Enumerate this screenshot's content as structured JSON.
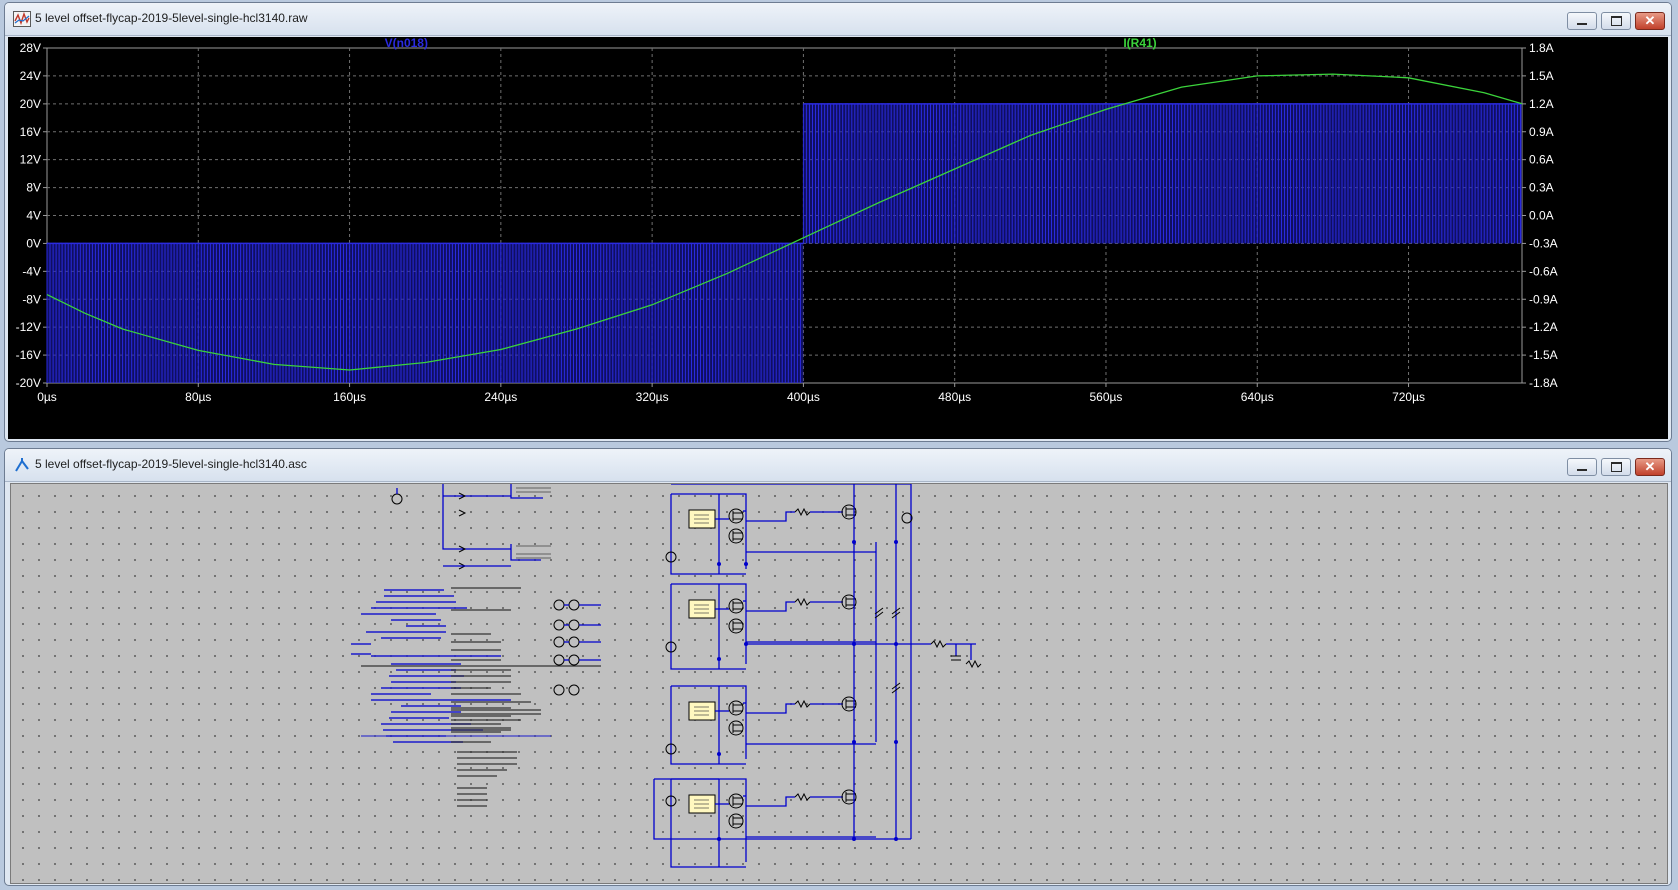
{
  "waveform_window": {
    "title": "5 level offset-flycap-2019-5level-single-hcl3140.raw",
    "buttons": {
      "minimize": "minimize",
      "maximize": "maximize",
      "close": "close"
    }
  },
  "schematic_window": {
    "title": "5 level offset-flycap-2019-5level-single-hcl3140.asc",
    "buttons": {
      "minimize": "minimize",
      "maximize": "maximize",
      "close": "close"
    }
  },
  "colors": {
    "plot_bg": "#000000",
    "trace_voltage": "#2a2adf",
    "trace_current": "#3bd33b",
    "axis_text": "#ffffff",
    "grid": "#707070",
    "wire": "#0000cc",
    "schematic_bg": "#c0c0c0",
    "ic_fill": "#fff8c0"
  },
  "chart_data": {
    "type": "line",
    "series": [
      {
        "name": "V(n018)",
        "axis": "left",
        "kind": "pwm",
        "x": [
          0,
          400,
          400,
          800
        ],
        "low": [
          -20,
          -20,
          0,
          0
        ],
        "high": [
          0,
          0,
          20,
          20
        ]
      },
      {
        "name": "I(R41)",
        "axis": "right",
        "x": [
          0,
          20,
          40,
          80,
          120,
          160,
          200,
          240,
          280,
          320,
          360,
          400,
          440,
          480,
          520,
          560,
          600,
          640,
          680,
          720,
          760,
          780
        ],
        "y": [
          -0.85,
          -1.05,
          -1.22,
          -1.45,
          -1.6,
          -1.66,
          -1.58,
          -1.44,
          -1.22,
          -0.96,
          -0.62,
          -0.24,
          0.14,
          0.5,
          0.86,
          1.14,
          1.38,
          1.5,
          1.52,
          1.48,
          1.32,
          1.2
        ]
      }
    ],
    "x_ticks": [
      "0µs",
      "80µs",
      "160µs",
      "240µs",
      "320µs",
      "400µs",
      "480µs",
      "560µs",
      "640µs",
      "720µs"
    ],
    "x_tick_values": [
      0,
      80,
      160,
      240,
      320,
      400,
      480,
      560,
      640,
      720
    ],
    "xlim": [
      0,
      780
    ],
    "left_ticks": [
      "28V",
      "24V",
      "20V",
      "16V",
      "12V",
      "8V",
      "4V",
      "0V",
      "-4V",
      "-8V",
      "-12V",
      "-16V",
      "-20V"
    ],
    "left_tick_values": [
      28,
      24,
      20,
      16,
      12,
      8,
      4,
      0,
      -4,
      -8,
      -12,
      -16,
      -20
    ],
    "ylim_left": [
      -20,
      28
    ],
    "right_ticks": [
      "1.8A",
      "1.5A",
      "1.2A",
      "0.9A",
      "0.6A",
      "0.3A",
      "0.0A",
      "-0.3A",
      "-0.6A",
      "-0.9A",
      "-1.2A",
      "-1.5A",
      "-1.8A"
    ],
    "right_tick_values": [
      1.8,
      1.5,
      1.2,
      0.9,
      0.6,
      0.3,
      0.0,
      -0.3,
      -0.6,
      -0.9,
      -1.2,
      -1.5,
      -1.8
    ],
    "ylim_right": [
      -1.8,
      1.8
    ],
    "grid": true
  }
}
